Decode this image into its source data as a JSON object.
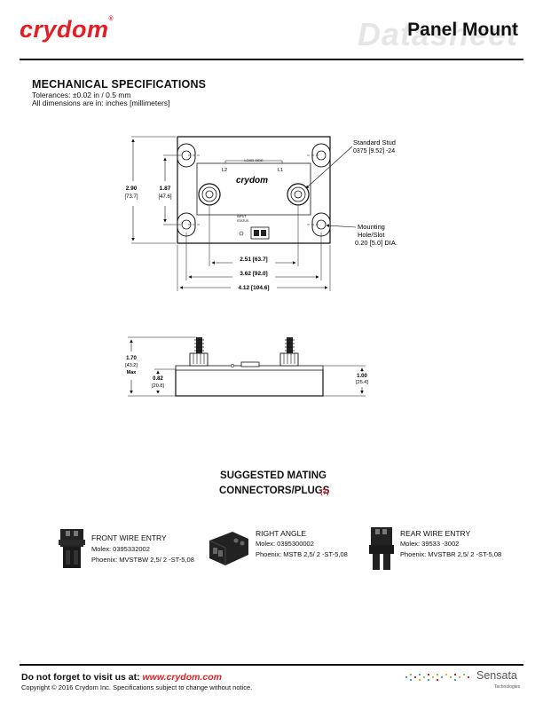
{
  "header": {
    "logo": "crydom",
    "logo_mark": "®",
    "watermark": "Datasheet",
    "heading": "Panel Mount"
  },
  "mechanical": {
    "title": "MECHANICAL SPECIFICATIONS",
    "tolerances": "Tolerances: ±0.02 in / 0.5 mm",
    "dims_note": "All dimensions are in: inches [millimeters]"
  },
  "top_view": {
    "stud_callout_1": "Standard Stud",
    "stud_callout_2": "0375 [9.52] -24",
    "mount_callout_1": "Mounting",
    "mount_callout_2": "Hole/Slot",
    "mount_callout_3": "0.20 [5.0] DIA.",
    "load_side": "LOAD SIDE",
    "l2": "L2",
    "l1": "L1",
    "body_logo": "crydom",
    "input_status_1": "INPUT",
    "input_status_2": "STATUS",
    "dim_height_total_1": "2.90",
    "dim_height_total_2": "[73.7]",
    "dim_height_inner_1": "1.87",
    "dim_height_inner_2": "[47.6]",
    "dim_stud_spacing": "2.51 [63.7]",
    "dim_hole_spacing": "3.62 [92.0]",
    "dim_total_width": "4.12 [104.6]"
  },
  "side_view": {
    "dim_max_1": "1.70",
    "dim_max_2": "[43.2]",
    "dim_max_3": "Max",
    "dim_base_1": "0.82",
    "dim_base_2": "[20.8]",
    "dim_right_1": "1.00",
    "dim_right_2": "[25.4]"
  },
  "mating": {
    "title_1": "SUGGESTED MATING",
    "title_2": "CONNECTORS/PLUGS",
    "note": "(7)",
    "connectors": [
      {
        "title": "FRONT WIRE ENTRY",
        "molex": "Molex: 0395332002",
        "phoenix": "Phoenix: MVSTBW 2,5/ 2 -ST-5,08"
      },
      {
        "title": "RIGHT ANGLE",
        "molex": "Molex: 0395300002",
        "phoenix": "Phoenix: MSTB 2,5/ 2 -ST-5,08"
      },
      {
        "title": "REAR WIRE ENTRY",
        "molex": "Molex: 39533 -3002",
        "phoenix": "Phoenix: MVSTBR 2,5/ 2 -ST-5,08"
      }
    ]
  },
  "footer": {
    "visit_prefix": "Do not forget to visit us at: ",
    "visit_url": "www.crydom.com",
    "copyright": "Copyright © 2016 Crydom Inc. Specifications subject to change without notice.",
    "brand": "Sensata",
    "brand_sub": "Technologies"
  },
  "colors": {
    "brand_red": "#e31e24",
    "text": "#111111",
    "watermark": "#e6e6e6"
  }
}
